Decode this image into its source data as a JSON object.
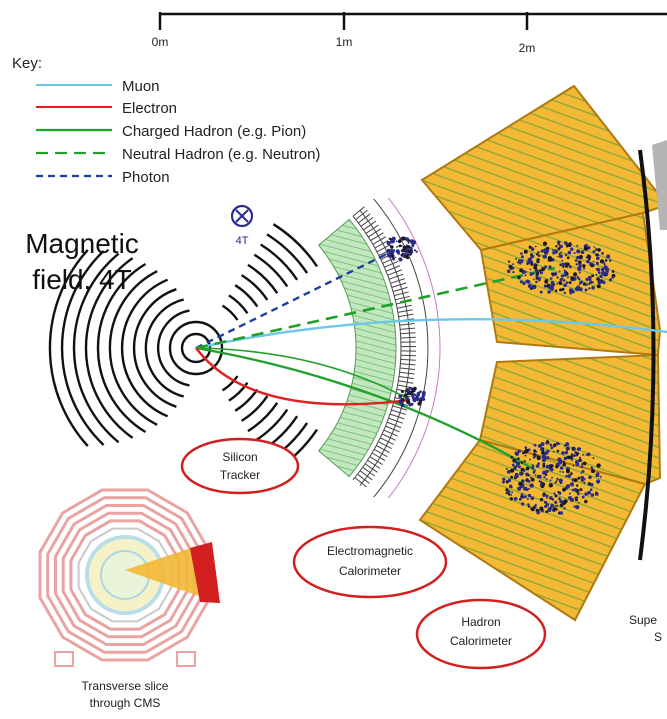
{
  "scale": {
    "ticks": [
      "0m",
      "1m",
      "2m"
    ]
  },
  "key": {
    "title": "Key:",
    "items": [
      {
        "label": "Muon",
        "color": "#6cc8e6",
        "dash": "solid"
      },
      {
        "label": "Electron",
        "color": "#e02020",
        "dash": "solid"
      },
      {
        "label": "Charged Hadron (e.g. Pion)",
        "color": "#21a02b",
        "dash": "solid"
      },
      {
        "label": "Neutral Hadron (e.g. Neutron)",
        "color": "#21a02b",
        "dash": "dashed"
      },
      {
        "label": "Photon",
        "color": "#1f3f9c",
        "dash": "dashed"
      }
    ]
  },
  "field": {
    "symbol_label": "4T",
    "caption_line1": "Magnetic",
    "caption_line2": "field, 4T"
  },
  "labels": {
    "tracker_line1": "Silicon",
    "tracker_line2": "Tracker",
    "ecal_line1": "Electromagnetic",
    "ecal_line2": "Calorimeter",
    "hcal_line1": "Hadron",
    "hcal_line2": "Calorimeter",
    "solenoid_line1": "Supe",
    "solenoid_line2": "S",
    "slice_line1": "Transverse slice",
    "slice_line2": "through CMS"
  },
  "colors": {
    "hcal_fill": "#f3b834",
    "hcal_stroke": "#b07a10",
    "ecal_fill": "#b8e3b5",
    "label_ring": "#d21f1f",
    "shower": "#2b2b8c"
  }
}
